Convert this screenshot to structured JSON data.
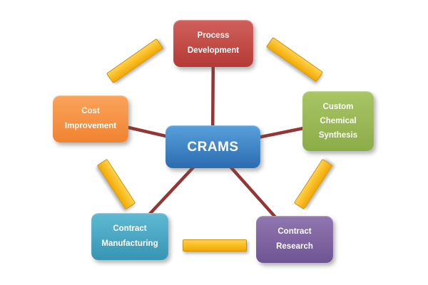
{
  "diagram": {
    "center": {
      "label": "CRAMS",
      "color": "#3A7EC2"
    },
    "nodes": [
      {
        "id": "process-development",
        "lines": [
          "Process",
          "Development"
        ],
        "color": "#BE4B48"
      },
      {
        "id": "custom-chemical-synthesis",
        "lines": [
          "Custom",
          "Chemical",
          "Synthesis"
        ],
        "color": "#98B954"
      },
      {
        "id": "contract-research",
        "lines": [
          "Contract",
          "Research"
        ],
        "color": "#7F63A1"
      },
      {
        "id": "contract-manufacturing",
        "lines": [
          "Contract",
          "Manufacturing"
        ],
        "color": "#46AAC5"
      },
      {
        "id": "cost-improvement",
        "lines": [
          "Cost",
          "Improvement"
        ],
        "color": "#F79646"
      }
    ],
    "connector_color": "#943634",
    "bar_color": "#F2A900",
    "background": "#FFFFFF"
  }
}
